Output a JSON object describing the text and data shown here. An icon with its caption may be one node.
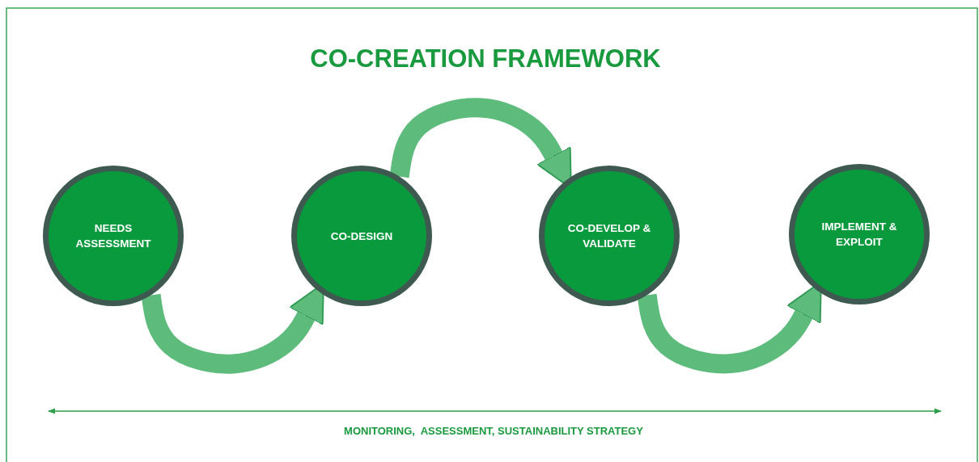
{
  "diagram": {
    "title": "CO-CREATION FRAMEWORK",
    "nodes": [
      {
        "text": [
          "NEEDS ASSESSMENT"
        ]
      },
      {
        "text": [
          "CO-DESIGN"
        ]
      },
      {
        "text": [
          "CO-DEVELOP & VALIDATE"
        ]
      },
      {
        "text": [
          "IMPLEMENT & EXPLOIT"
        ]
      }
    ],
    "edges": [
      {
        "from": 0,
        "to": 1,
        "arrow": "to"
      },
      {
        "from": 1,
        "to": 2,
        "arrow": "to"
      },
      {
        "from": 2,
        "to": 3,
        "arrow": "to"
      }
    ],
    "labels": [
      "MONITORING,  ASSESSMENT, SUSTAINABILITY STRATEGY"
    ]
  }
}
